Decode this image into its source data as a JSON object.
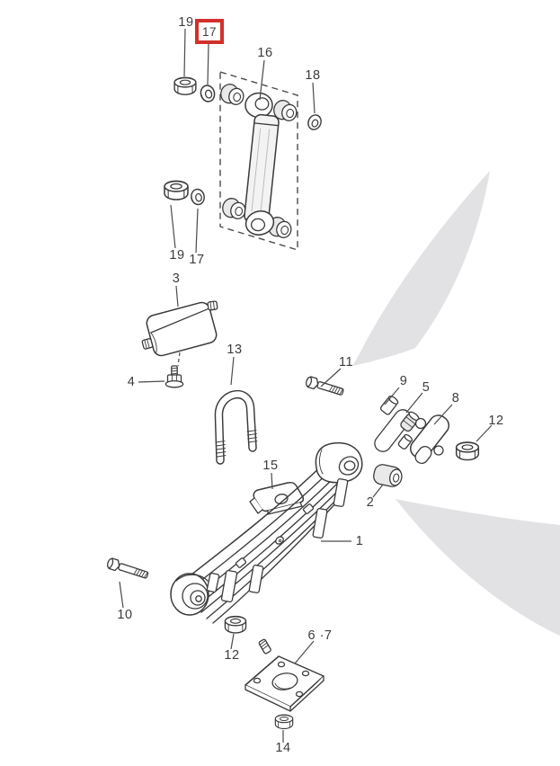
{
  "colors": {
    "highlight": "#d2302c",
    "line": "#3a3a3a",
    "swoosh": "#e2e2e4",
    "background": "#ffffff"
  },
  "highlighted_callout": "17",
  "callouts": {
    "top_19": "19",
    "top_17": "17",
    "shock_16": "16",
    "washer_18": "18",
    "mid_19": "19",
    "mid_17": "17",
    "bump_stop_3": "3",
    "bolt_4": "4",
    "u_bolt_13": "13",
    "bolt_11": "11",
    "shackle_9": "9",
    "bushing_5": "5",
    "shackle_plate_8": "8",
    "nut_12_right": "12",
    "seat_plate_15": "15",
    "bushing_2": "2",
    "leaf_spring_1": "1",
    "bolt_10": "10",
    "nut_12_bottom": "12",
    "plate_6_7": "6 ·7",
    "nut_14": "14"
  }
}
